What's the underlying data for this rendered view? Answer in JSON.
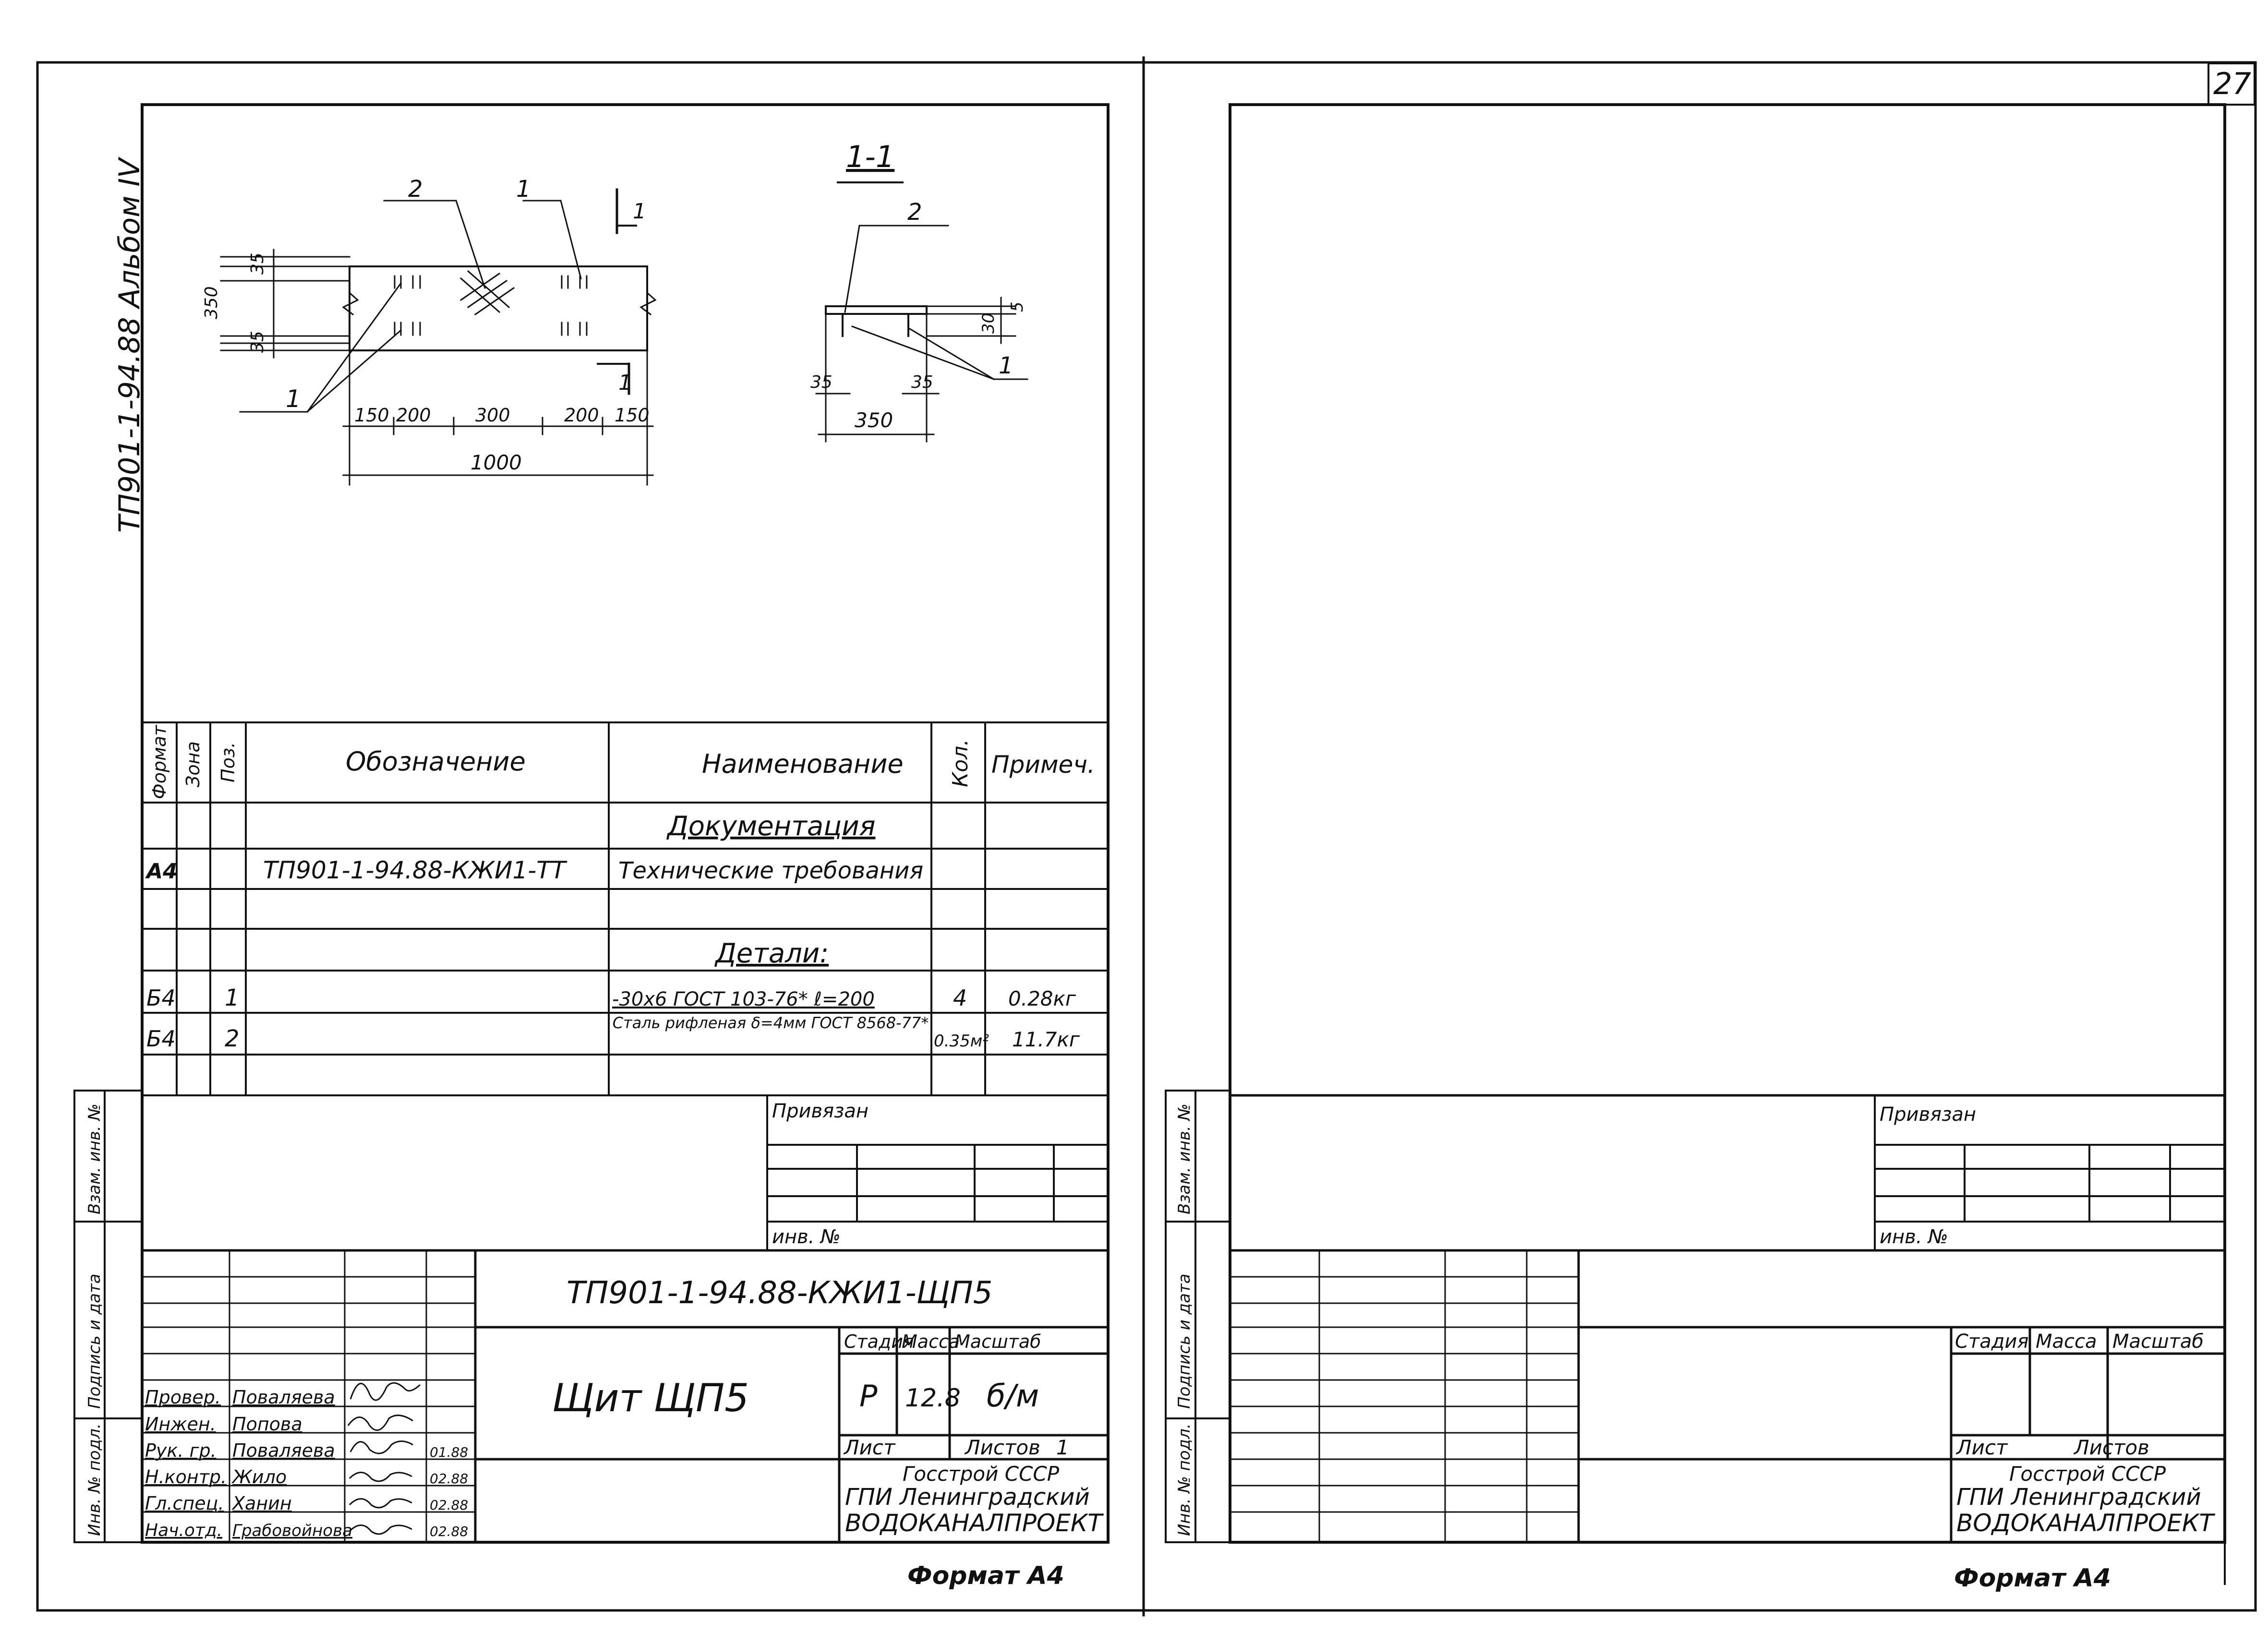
{
  "page": {
    "number": "27",
    "side_label": "ТП901-1-94.88 Альбом IV"
  },
  "left_sheet": {
    "drawing": {
      "plan_label_2": "2",
      "plan_label_1_top": "1",
      "plan_cut_top": "1",
      "plan_cut_bottom": "1",
      "plan_label_1_bottom": "1",
      "dim_35_top": "35",
      "dim_350": "350",
      "dim_35_bottom": "35",
      "dims_row": [
        "150",
        "200",
        "300",
        "200",
        "150"
      ],
      "dim_total": "1000",
      "section_title": "1-1",
      "section_label_2": "2",
      "section_label_1": "1",
      "section_dim_30": "30",
      "section_dim_5": "5",
      "section_dim_35_left": "35",
      "section_dim_35_right": "35",
      "section_dim_350": "350"
    },
    "spec": {
      "headers": {
        "format": "Формат",
        "zone": "Зона",
        "pos": "Поз.",
        "designation": "Обозначение",
        "name": "Наименование",
        "qty": "Кол.",
        "note": "Примеч."
      },
      "rows": [
        {
          "format": "",
          "pos": "",
          "designation": "",
          "name": "Документация",
          "qty": "",
          "note": "",
          "heading": true
        },
        {
          "format": "А4",
          "pos": "",
          "designation": "ТП901-1-94.88-КЖИ1-ТТ",
          "name": "Технические требования",
          "qty": "",
          "note": ""
        },
        {
          "format": "",
          "pos": "",
          "designation": "",
          "name": "",
          "qty": "",
          "note": ""
        },
        {
          "format": "",
          "pos": "",
          "designation": "",
          "name": "Детали:",
          "qty": "",
          "note": "",
          "heading": true
        },
        {
          "format": "Б4",
          "pos": "1",
          "designation": "",
          "name": "-30x6 ГОСТ 103-76* ℓ=200",
          "qty": "4",
          "note": "0.28кг"
        },
        {
          "format": "Б4",
          "pos": "2",
          "designation": "",
          "name": "Сталь рифленая δ=4мм ГОСТ 8568-77*",
          "qty": "0.35м²",
          "note": "11.7кг"
        },
        {
          "format": "",
          "pos": "",
          "designation": "",
          "name": "",
          "qty": "",
          "note": ""
        }
      ]
    },
    "side_stamp": {
      "vzam": "Взам. инв. №",
      "podpis": "Подпись и дата",
      "inv": "Инв. № подл."
    },
    "privyazan": "Привязан",
    "inv_no": "инв. №",
    "title_block": {
      "code": "ТП901-1-94.88-КЖИ1-ЩП5",
      "title": "Щит ЩП5",
      "stage_label": "Стадия",
      "mass_label": "Масса",
      "scale_label": "Масштаб",
      "stage": "Р",
      "mass": "12.8",
      "scale": "б/м",
      "sheet_label": "Лист",
      "sheets_label": "Листов",
      "sheets": "1",
      "org_line1": "Госстрой СССР",
      "org_line2": "ГПИ Ленинградский",
      "org_line3": "ВОДОКАНАЛПРОЕКТ",
      "people": [
        {
          "role": "Провер.",
          "name": "Поваляева",
          "date": ""
        },
        {
          "role": "Инжен.",
          "name": "Попова",
          "date": ""
        },
        {
          "role": "Рук. гр.",
          "name": "Поваляева",
          "date": "01.88"
        },
        {
          "role": "Н.контр.",
          "name": "Жило",
          "date": "02.88"
        },
        {
          "role": "Гл.спец.",
          "name": "Ханин",
          "date": "02.88"
        },
        {
          "role": "Нач.отд.",
          "name": "Грабовойнова",
          "date": "02.88"
        }
      ]
    },
    "format_label": "Формат А4"
  },
  "right_sheet": {
    "side_stamp": {
      "vzam": "Взам. инв. №",
      "podpis": "Подпись и дата",
      "inv": "Инв. № подл."
    },
    "privyazan": "Привязан",
    "inv_no": "инв. №",
    "title_block": {
      "stage_label": "Стадия",
      "mass_label": "Масса",
      "scale_label": "Масштаб",
      "sheet_label": "Лист",
      "sheets_label": "Листов",
      "org_line1": "Госстрой СССР",
      "org_line2": "ГПИ Ленинградский",
      "org_line3": "ВОДОКАНАЛПРОЕКТ"
    },
    "format_label": "Формат А4"
  }
}
